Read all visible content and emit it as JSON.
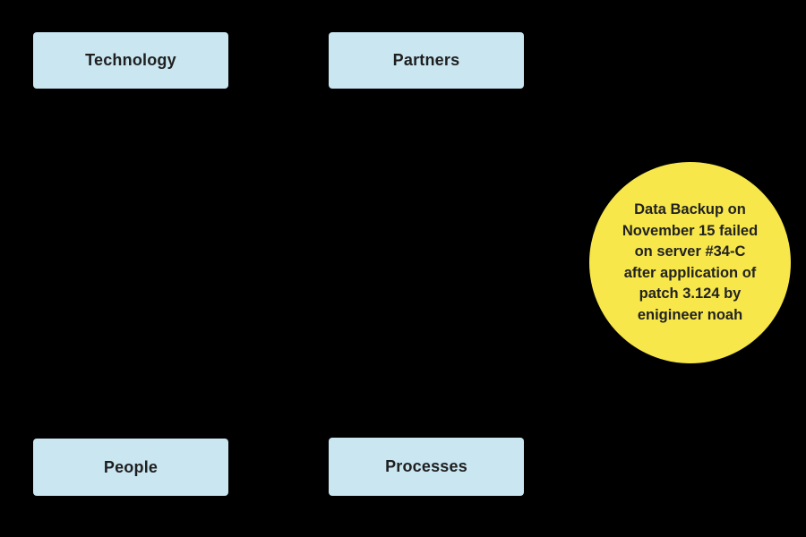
{
  "canvas": {
    "background_color": "#000000"
  },
  "diagram": {
    "boxes": [
      {
        "id": "technology",
        "label": "Technology"
      },
      {
        "id": "partners",
        "label": "Partners"
      },
      {
        "id": "people",
        "label": "People"
      },
      {
        "id": "processes",
        "label": "Processes"
      }
    ],
    "box_fill_color": "#c9e6f1",
    "box_text_color": "#1f1f1f"
  },
  "note": {
    "shape": "circle",
    "fill_color": "#f7e74a",
    "text_color": "#222222",
    "text": "Data Backup on November 15 failed on server #34-C after application of patch 3.124 by enigineer noah",
    "lines": [
      "Data Backup on",
      "November 15 failed",
      "on server #34-C",
      "after application of",
      "patch 3.124 by",
      "enigineer noah"
    ]
  }
}
